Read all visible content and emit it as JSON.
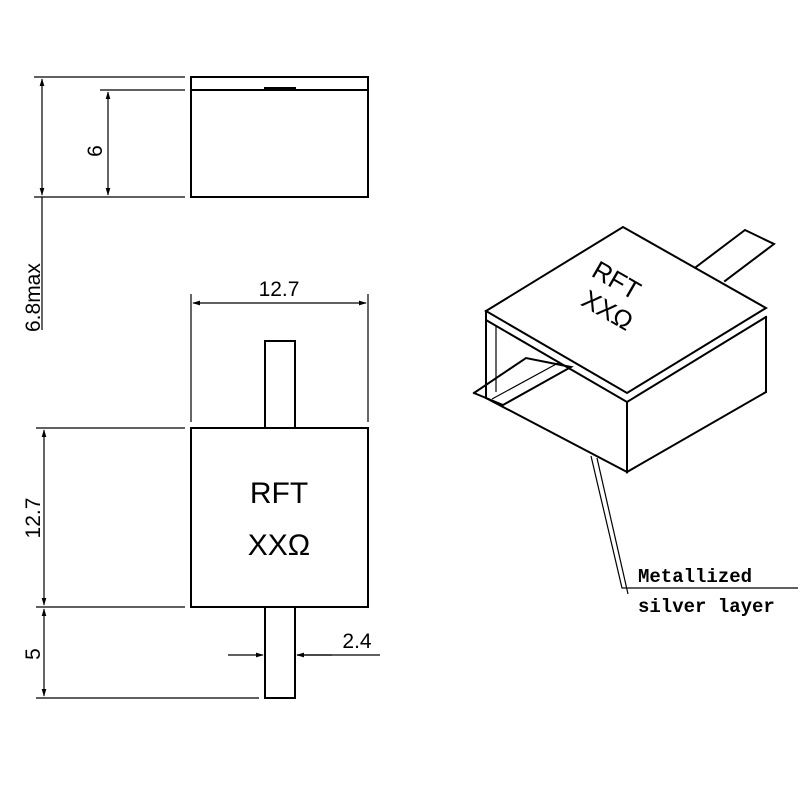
{
  "dimensions": {
    "total_height": "6.8max",
    "body_height": "6",
    "width": "12.7",
    "length": "12.7",
    "lead_length": "5",
    "lead_width": "2.4"
  },
  "marking": {
    "line1": "RFT",
    "line2": "XXΩ"
  },
  "iso_marking": {
    "line1": "RFT",
    "line2": "XXΩ"
  },
  "callout": {
    "line1": "Metallized",
    "line2": "silver layer"
  }
}
